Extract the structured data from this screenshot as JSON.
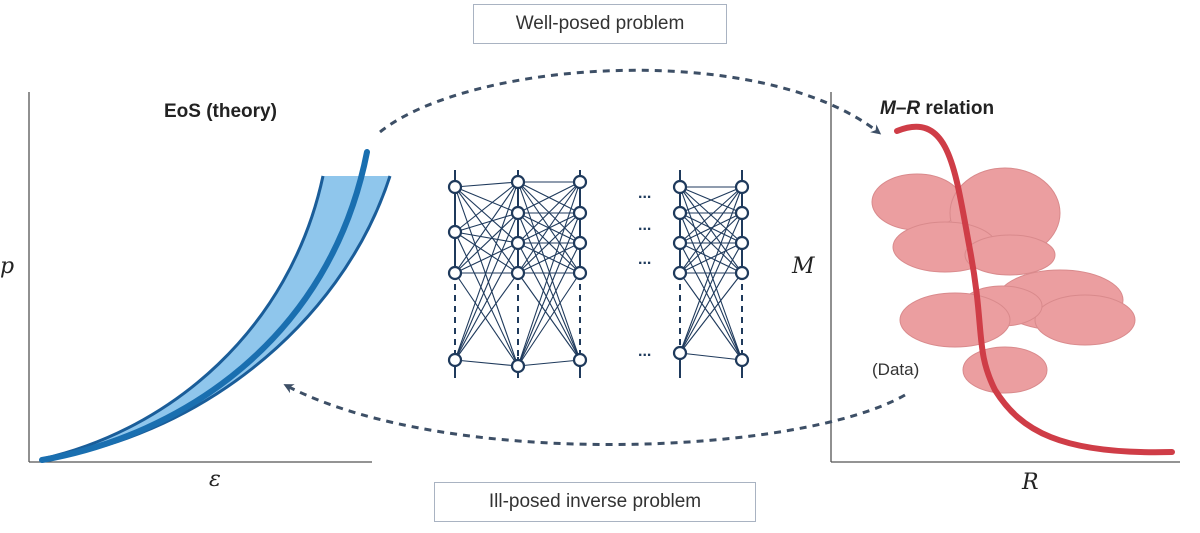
{
  "top_box": {
    "label": "Well-posed problem"
  },
  "bottom_box": {
    "label": "Ill-posed inverse problem"
  },
  "left_panel": {
    "title": "EoS (theory)",
    "y_var": "p",
    "x_var": "ε",
    "band_color": "#8fc6ec",
    "curve_color": "#1a6fb0"
  },
  "right_panel": {
    "title_m": "M",
    "title_dash": "–",
    "title_r": "R",
    "title_rest": " relation",
    "y_var": "M",
    "x_var": "R",
    "data_label": "(Data)",
    "blob_color": "#eb9ea0",
    "curve_color": "#cf3d47"
  },
  "network": {
    "ellipsis": "...",
    "node_color": "#1f3a5c"
  },
  "arrow_color": "#3d4f66"
}
